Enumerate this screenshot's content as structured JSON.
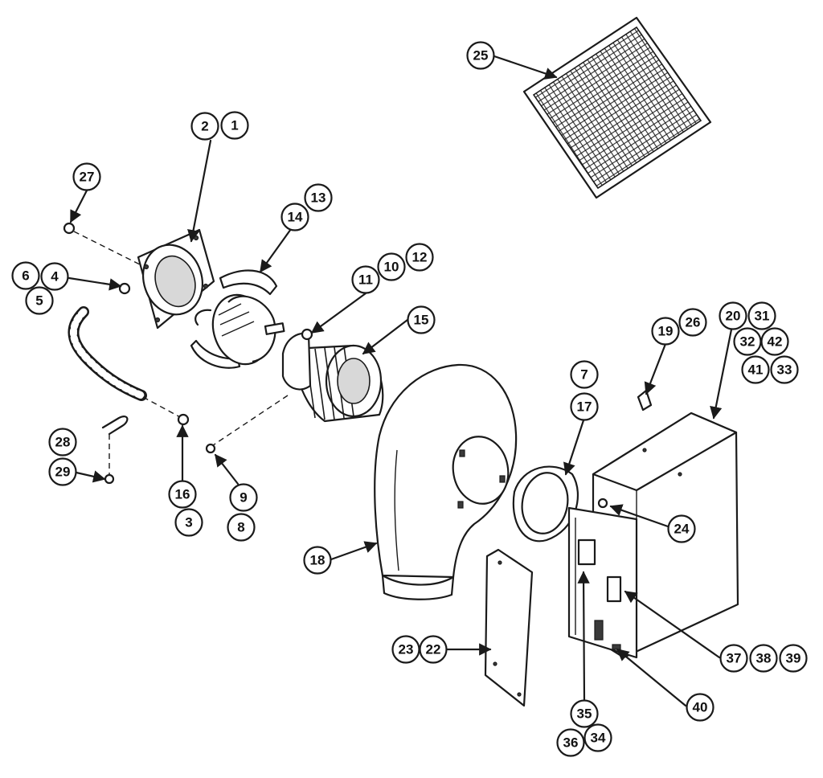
{
  "callouts": {
    "c1": "1",
    "c2": "2",
    "c3": "3",
    "c4": "4",
    "c5": "5",
    "c6": "6",
    "c7": "7",
    "c8": "8",
    "c9": "9",
    "c10": "10",
    "c11": "11",
    "c12": "12",
    "c13": "13",
    "c14": "14",
    "c15": "15",
    "c16": "16",
    "c17": "17",
    "c18": "18",
    "c19": "19",
    "c20": "20",
    "c22": "22",
    "c23": "23",
    "c24": "24",
    "c25": "25",
    "c26": "26",
    "c27": "27",
    "c28": "28",
    "c29": "29",
    "c31": "31",
    "c32": "32",
    "c33": "33",
    "c34": "34",
    "c35": "35",
    "c36": "36",
    "c37": "37",
    "c38": "38",
    "c39": "39",
    "c40": "40",
    "c41": "41",
    "c42": "42"
  }
}
